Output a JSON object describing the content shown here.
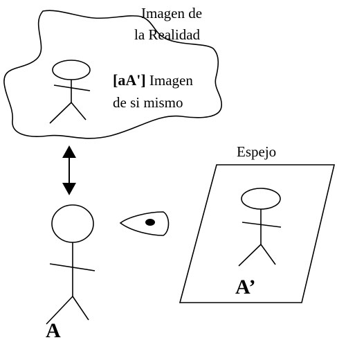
{
  "colors": {
    "ink": "#000000",
    "background": "#ffffff"
  },
  "cloud": {
    "title_line1": "Imagen de",
    "title_line2": "la Realidad",
    "self_image_bold": "[aA']",
    "self_image_rest": " Imagen",
    "self_image_line2": "de si mismo"
  },
  "mirror": {
    "label": "Espejo",
    "reflection_label": "A’"
  },
  "person": {
    "label": "A"
  },
  "icons": [
    "double-arrow-icon",
    "eye-icon",
    "stick-figure-icon"
  ]
}
